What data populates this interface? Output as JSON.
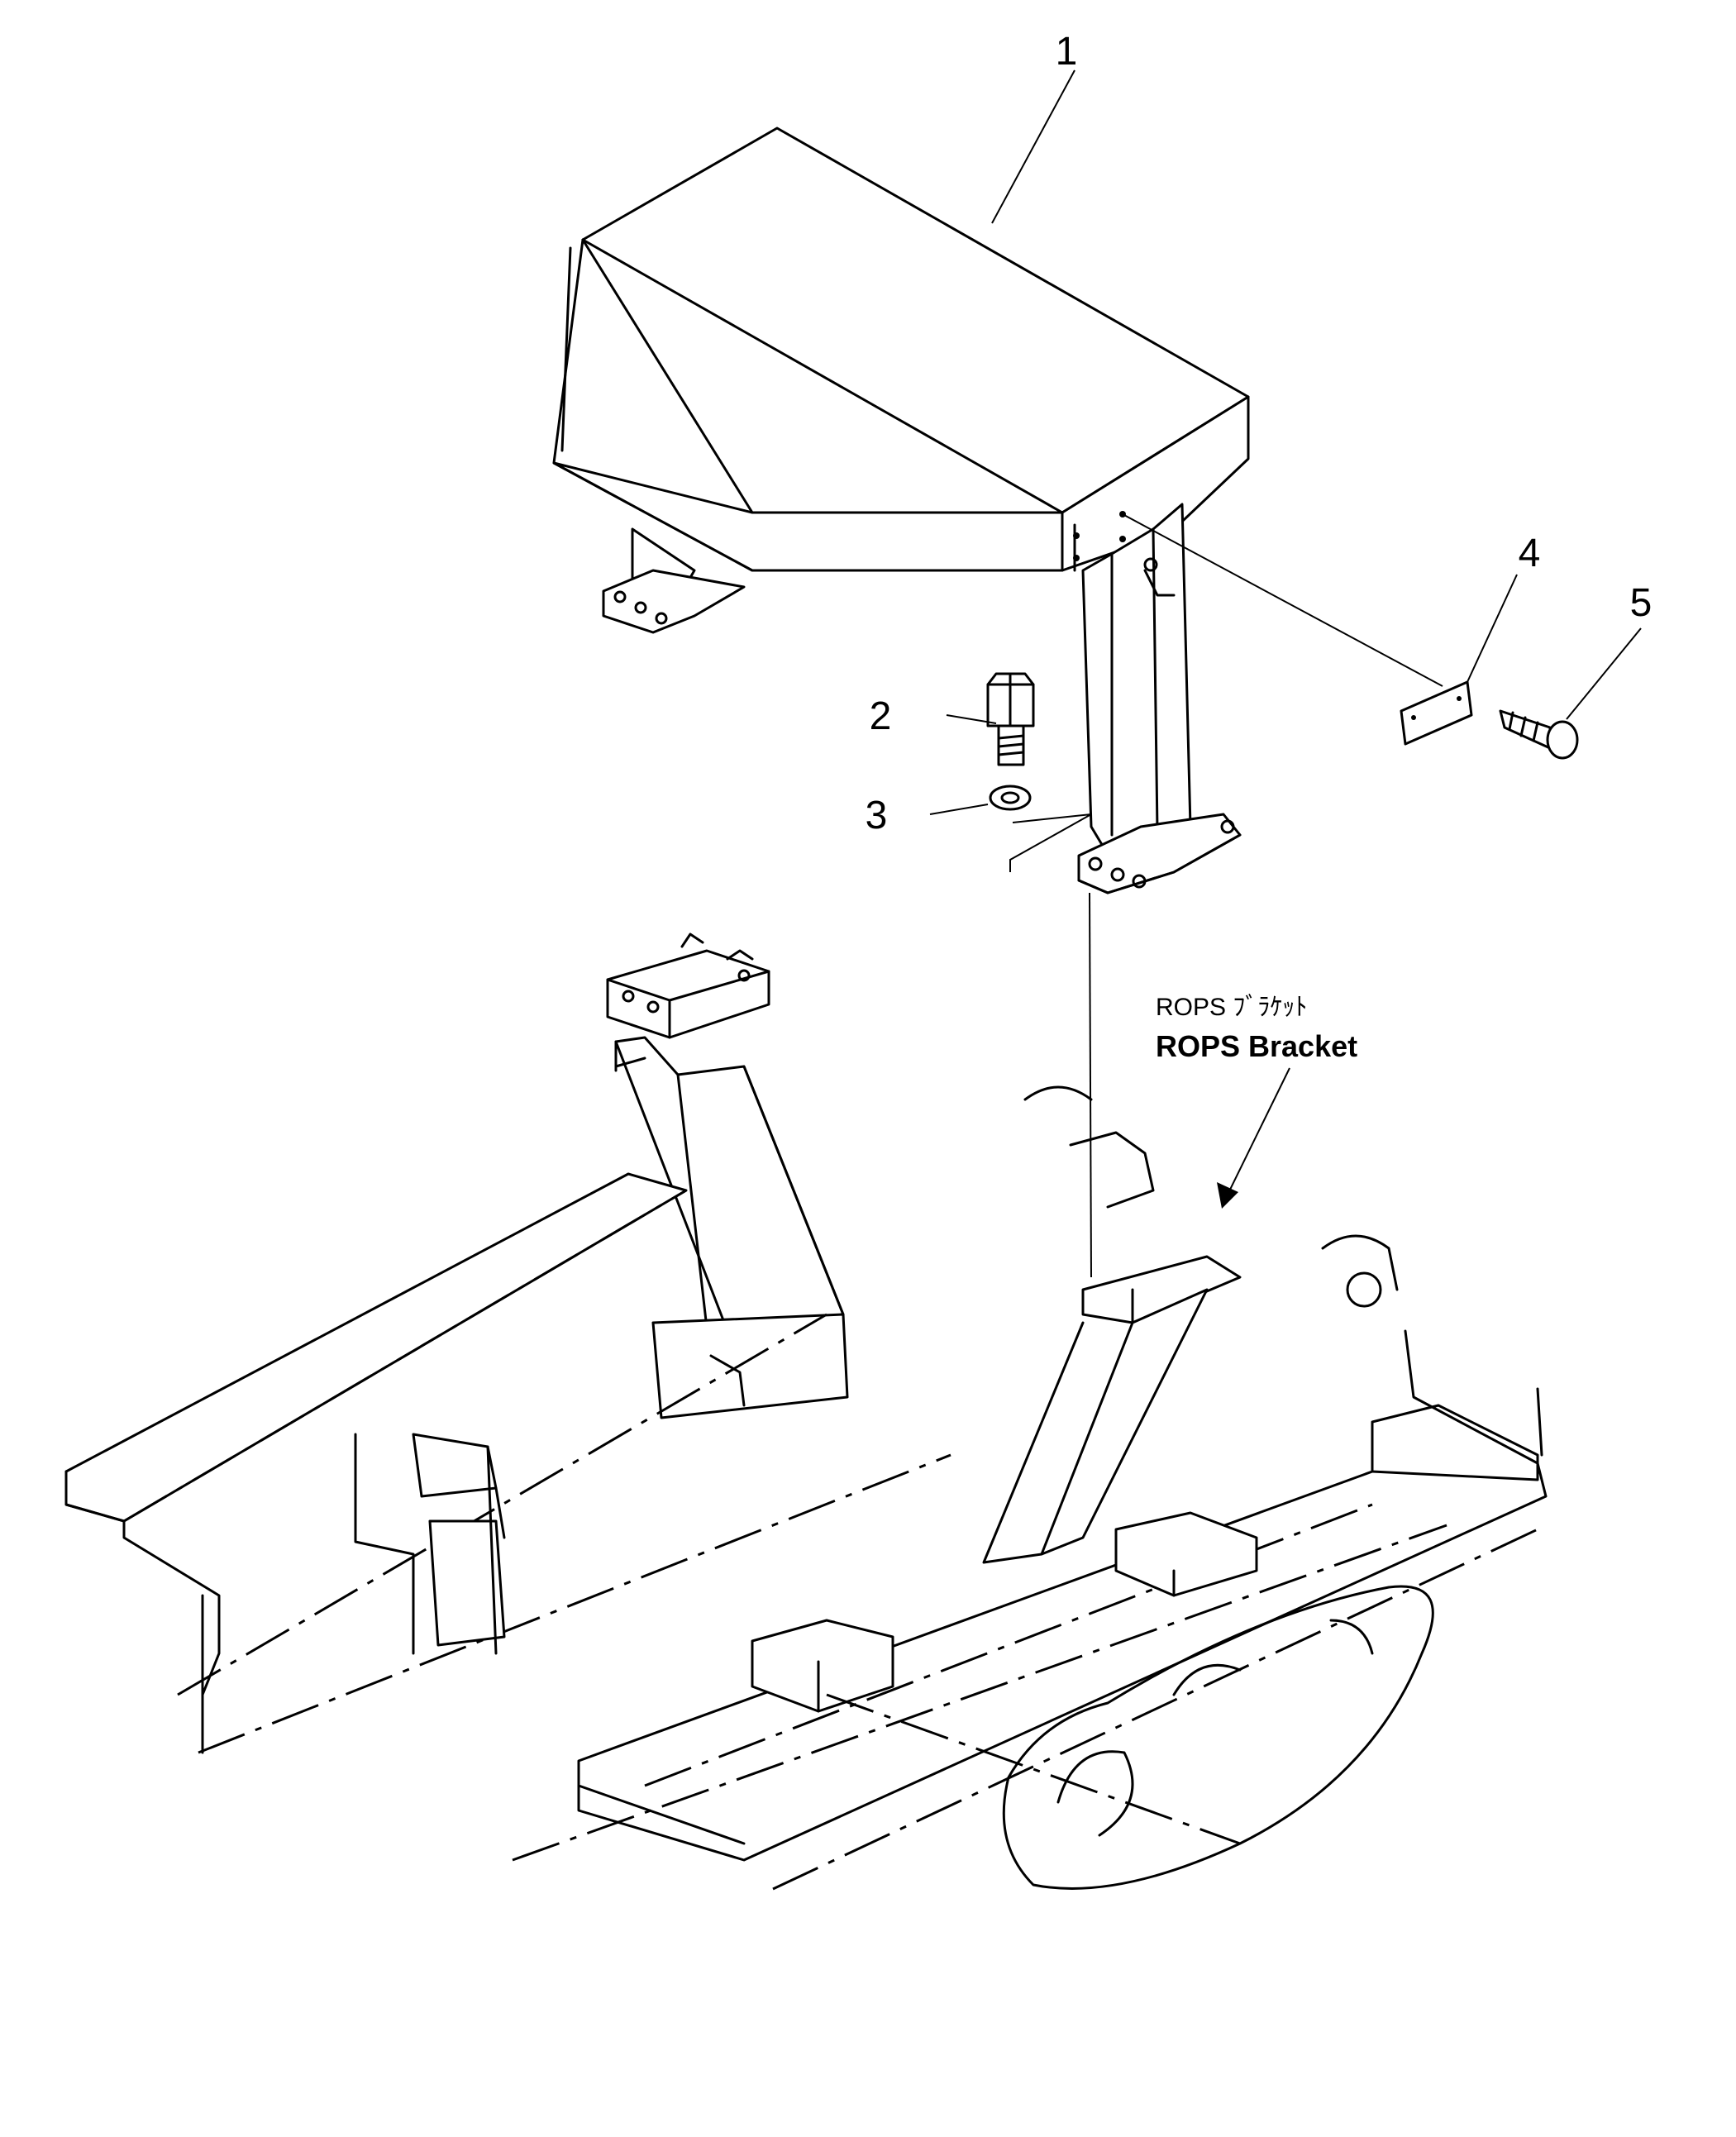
{
  "callouts": [
    {
      "id": "1",
      "text": "1"
    },
    {
      "id": "2",
      "text": "2"
    },
    {
      "id": "3",
      "text": "3"
    },
    {
      "id": "4",
      "text": "4"
    },
    {
      "id": "5",
      "text": "5"
    }
  ],
  "bracket_label": {
    "jp": "ROPS ﾌﾞﾗｹｯﾄ",
    "en": "ROPS Bracket"
  }
}
